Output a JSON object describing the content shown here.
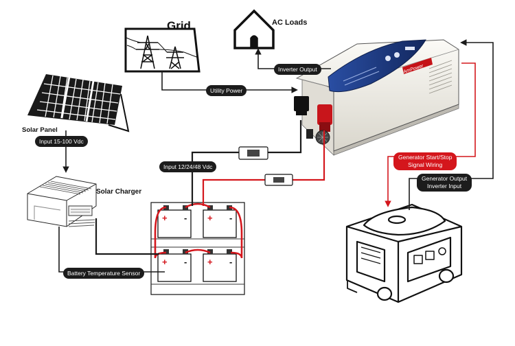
{
  "labels": {
    "grid": "Grid",
    "ac_loads": "AC Loads",
    "solar_panel": "Solar Panel",
    "solar_charger": "Solar Charger",
    "inverter_output": "Inverter Output",
    "utility_power": "Utility Power",
    "input_solar": "Input 15-100 Vdc",
    "input_battery": "Input 12/24/48 Vdc",
    "battery_temp_sensor": "Battery Temperature Sensor",
    "generator_signal_line1": "Generator  Start/Stop",
    "generator_signal_line2": "Signal Wiring",
    "generator_output_line1": "Generator  Output",
    "generator_output_line2": "Inverter Input",
    "inverter_brand": "AmPower"
  },
  "colors": {
    "wire_dark": "#1a1a1a",
    "wire_red": "#d4161c",
    "pill_dark": "#1c1c1c",
    "pill_red": "#d4161c",
    "inverter_body": "#f2f0ea",
    "inverter_panel": "#1f3d8a"
  },
  "icons": [
    "house-icon",
    "power-tower-icon",
    "solar-panel-icon",
    "solar-charger-icon",
    "inverter-icon",
    "battery-icon",
    "fuse-icon",
    "generator-icon"
  ]
}
